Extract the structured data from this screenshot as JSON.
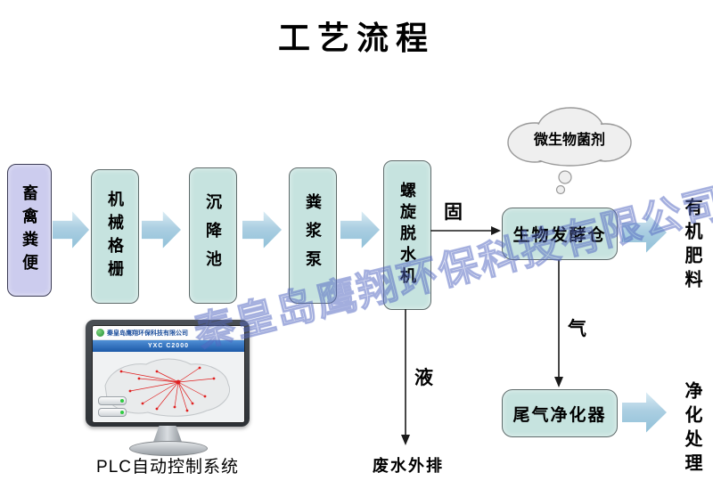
{
  "title": "工艺流程",
  "watermark": "秦皇岛鹰翔环保科技有限公司",
  "flow": {
    "boxes": [
      {
        "id": "manure",
        "label": "畜禽粪便"
      },
      {
        "id": "screen",
        "label": "机械格栅"
      },
      {
        "id": "settling",
        "label": "沉降池"
      },
      {
        "id": "pump",
        "label": "粪浆泵"
      },
      {
        "id": "dewater",
        "label": "螺旋脱水机"
      }
    ],
    "branch_labels": {
      "solid": "固",
      "liquid": "液",
      "gas": "气"
    },
    "cloud": {
      "label": "微生物菌剂"
    },
    "fermenter": {
      "label": "生物发酵仓"
    },
    "purifier": {
      "label": "尾气净化器"
    },
    "outputs": {
      "fertilizer": "有机肥料",
      "purified": "净化处理",
      "wastewater": "废水外排"
    }
  },
  "plc": {
    "caption": "PLC自动控制系统",
    "screen_header": "秦皇岛鹰翔环保科技有限公司",
    "screen_bar": "YXC C2000"
  },
  "colors": {
    "box_fill": "#c6e3df",
    "manure_box_fill": "#ccccee",
    "arrow_fill": "#a9d2e4",
    "cloud_fill": "#efefef",
    "watermark_blue": "#5a6ec0",
    "map_ray_red": "#e02020"
  }
}
